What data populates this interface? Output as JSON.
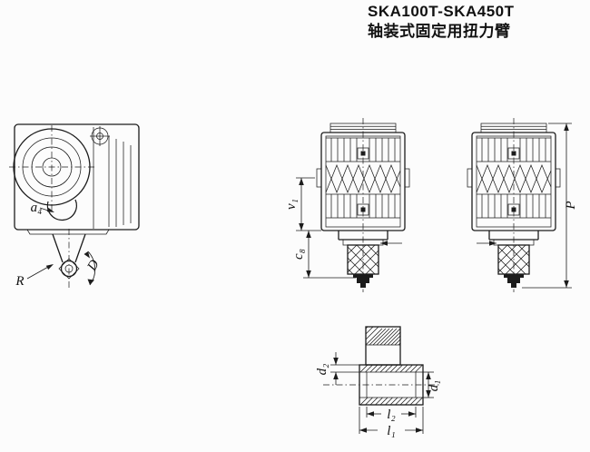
{
  "title": {
    "line1": "SKA100T-SKA450T",
    "line2": "轴装式固定用扭力臂"
  },
  "side_view": {
    "a4": "a₄",
    "r": "R",
    "d": "D"
  },
  "front_view": {
    "v1": "v₁",
    "c8": "c₈",
    "p": "P"
  },
  "shaft_detail": {
    "d2": "d₂",
    "d1": "d₁",
    "l2": "l₂",
    "l1": "l₁"
  },
  "colors": {
    "line": "#1c1c1c",
    "background": "#fcfcfc"
  }
}
